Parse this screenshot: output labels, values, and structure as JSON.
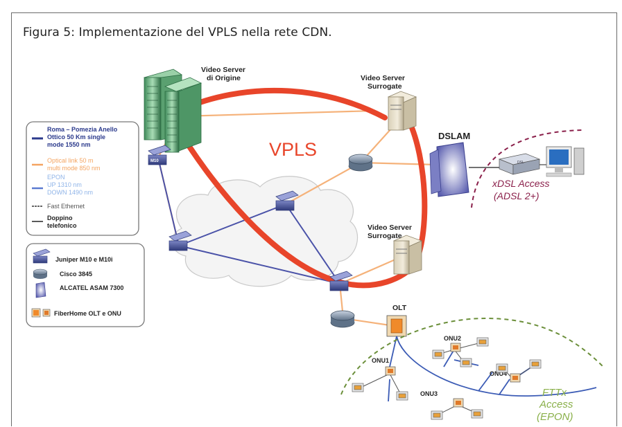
{
  "caption": "Figura 5: Implementazione del VPLS nella rete CDN.",
  "labels": {
    "video_server_origin_1": "Video Server",
    "video_server_origin_2": "di Origine",
    "video_server_surrogate_top_1": "Video Server",
    "video_server_surrogate_top_2": "Surrogate",
    "video_server_surrogate_bottom_1": "Video Server",
    "video_server_surrogate_bottom_2": "Surrogate",
    "vpls": "VPLS",
    "dslam": "DSLAM",
    "xdsl_1": "xDSL Access",
    "xdsl_2": "(ADSL 2+)",
    "olt": "OLT",
    "onu1": "ONU1",
    "onu2": "ONU2",
    "onu3": "ONU3",
    "onu4": "ONU4",
    "fttx_1": "FTTx",
    "fttx_2": "Access",
    "fttx_3": "(EPON)",
    "m10": "M10",
    "dsl_box": "DSL"
  },
  "legend_links": [
    {
      "lines": [
        "Roma – Pomezia Anello",
        "Ottico 50 Km single",
        "mode 1550 nm"
      ],
      "color": "#2b3a8c"
    },
    {
      "lines": [
        "Optical link 50 m",
        "multi mode 850 nm"
      ],
      "color": "#f4a460"
    },
    {
      "lines": [
        "EPON",
        "UP     1310 nm",
        "DOWN  1490 nm"
      ],
      "color": "#8fb4e8"
    },
    {
      "lines": [
        "Fast Ethernet"
      ],
      "color": "#555555"
    },
    {
      "lines": [
        "Doppino",
        "telefonico"
      ],
      "color": "#222222"
    }
  ],
  "legend_devices": [
    {
      "label": "Juniper M10 e M10i"
    },
    {
      "label": "Cisco 3845"
    },
    {
      "label": "ALCATEL  ASAM 7300"
    },
    {
      "label": "FiberHome OLT e ONU"
    }
  ],
  "colors": {
    "vpls_ring": "#e8452a",
    "blue_link": "#4a52a8",
    "orange_link": "#f5b27a",
    "epon": "#3b5bb5",
    "dashed_purple": "#8a1f4a",
    "dashed_green": "#6b8f3a"
  }
}
